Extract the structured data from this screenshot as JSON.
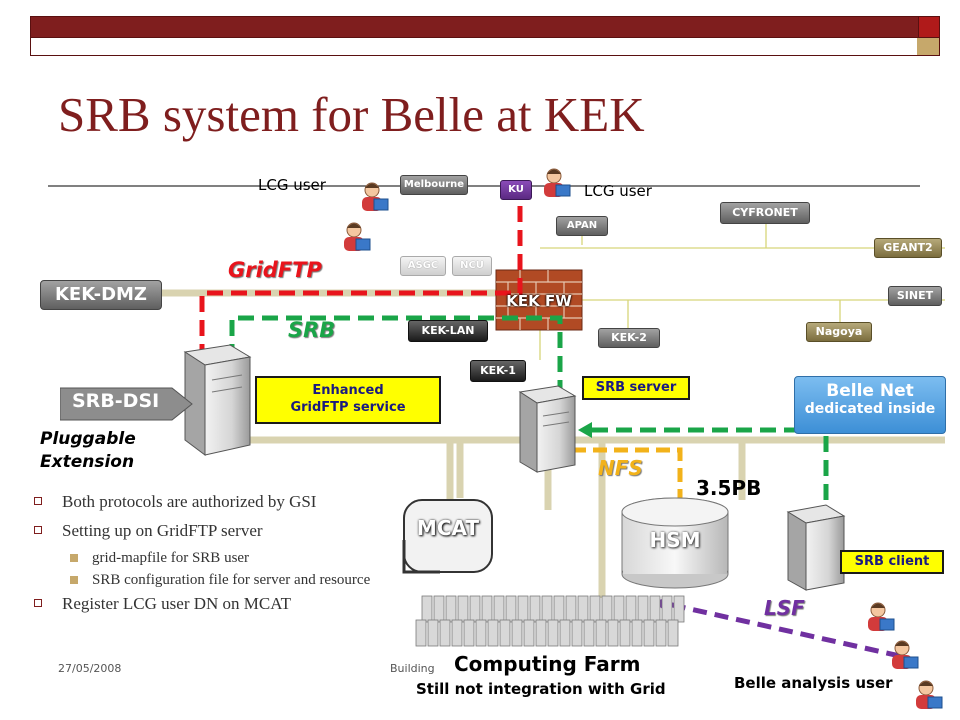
{
  "slide": {
    "title": "SRB system for Belle at KEK",
    "footer_date": "27/05/2008",
    "footer_text": "Building"
  },
  "network": {
    "lcg_user_left": "LCG user",
    "lcg_user_right": "LCG user",
    "melbourne": "Melbourne",
    "ku": "KU",
    "apan": "APAN",
    "asgc": "ASGC",
    "ncu": "NCU",
    "cyfronet": "CYFRONET",
    "geant2": "GEANT2",
    "sinet": "SINET",
    "nagoya": "Nagoya",
    "kek_fw": "KEK FW",
    "kek_lan": "KEK-LAN",
    "kek_1": "KEK-1",
    "kek_2": "KEK-2",
    "kek_dmz": "KEK-DMZ"
  },
  "flows": {
    "gridftp": "GridFTP",
    "srb": "SRB",
    "nfs": "NFS",
    "lsf": "LSF"
  },
  "components": {
    "srb_dsi": "SRB-DSI",
    "pluggable_line1": "Pluggable",
    "pluggable_line2": "Extension",
    "enhanced_line1": "Enhanced",
    "enhanced_line2": "GridFTP service",
    "srb_server": "SRB server",
    "belle_net_line1": "Belle Net",
    "belle_net_line2": "dedicated inside",
    "capacity": "3.5PB",
    "hsm": "HSM",
    "mcat": "MCAT",
    "srb_client": "SRB client",
    "computing_farm": "Computing Farm",
    "farm_note": "Still not integration with Grid",
    "belle_users": "Belle analysis user"
  },
  "bullets": [
    {
      "text": "Both protocols are authorized by GSI"
    },
    {
      "text": "Setting up on GridFTP server",
      "sub": [
        "grid-mapfile for SRB user",
        "SRB configuration file for server and resource"
      ]
    },
    {
      "text": "Register LCG user DN on MCAT"
    }
  ],
  "colors": {
    "accent": "#7f1e1e",
    "gridftp": "#e8141c",
    "srb": "#1aa548",
    "nfs": "#f2b21a",
    "lsf": "#7030a0",
    "highlight": "#ffff00",
    "belle_net": "#5aa7e6"
  }
}
